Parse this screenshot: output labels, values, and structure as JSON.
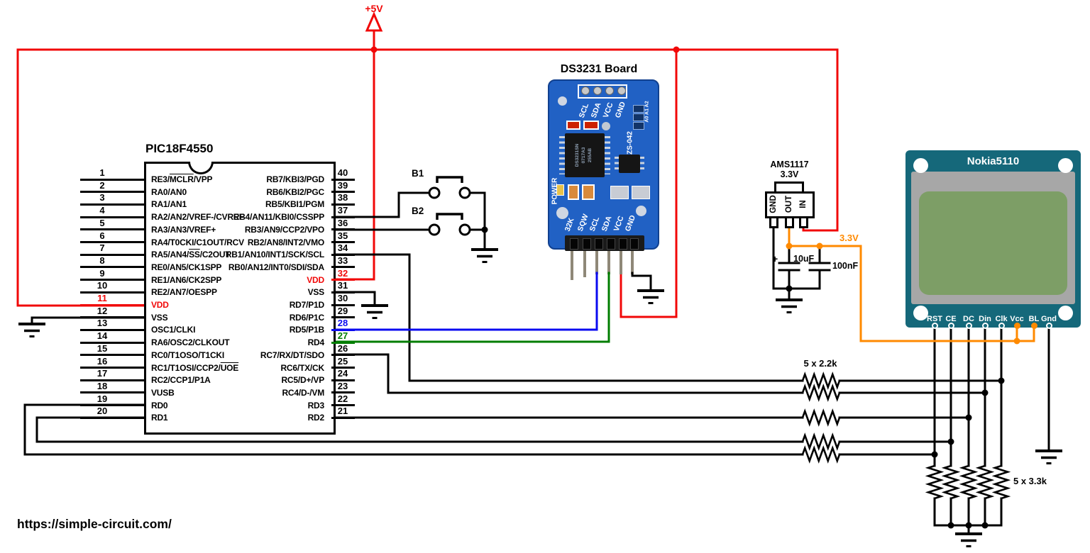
{
  "colors": {
    "red": "#f10808",
    "blue": "#0a0af0",
    "green": "#007d00",
    "orange": "#ff8a00",
    "black": "#000000",
    "pin_metal": "#8f8878",
    "pcb_blue": "#2161c4",
    "lcd_teal": "#15687a",
    "lcd_screen": "#7d9e66",
    "lcd_frame": "#a7a7a7"
  },
  "pic": {
    "title": "PIC18F4550",
    "left_pins": [
      {
        "n": "1",
        "label": "RE3/MCLR/VPP",
        "overline": "MCLR"
      },
      {
        "n": "2",
        "label": "RA0/AN0"
      },
      {
        "n": "3",
        "label": "RA1/AN1"
      },
      {
        "n": "4",
        "label": "RA2/AN2/VREF-/CVREF"
      },
      {
        "n": "5",
        "label": "RA3/AN3/VREF+"
      },
      {
        "n": "6",
        "label": "RA4/T0CKI/C1OUT/RCV"
      },
      {
        "n": "7",
        "label": "RA5/AN4/SS/C2OUT",
        "overline": "SS"
      },
      {
        "n": "8",
        "label": "RE0/AN5/CK1SPP"
      },
      {
        "n": "9",
        "label": "RE1/AN6/CK2SPP"
      },
      {
        "n": "10",
        "label": "RE2/AN7/OESPP"
      },
      {
        "n": "11",
        "label": "VDD",
        "num_color": "red",
        "label_color": "red",
        "stub_color": "red"
      },
      {
        "n": "12",
        "label": "VSS"
      },
      {
        "n": "13",
        "label": "OSC1/CLKI"
      },
      {
        "n": "14",
        "label": "RA6/OSC2/CLKOUT"
      },
      {
        "n": "15",
        "label": "RC0/T1OSO/T1CKI"
      },
      {
        "n": "16",
        "label": "RC1/T1OSI/CCP2/UOE",
        "overline": "UOE"
      },
      {
        "n": "17",
        "label": "RC2/CCP1/P1A"
      },
      {
        "n": "18",
        "label": "VUSB"
      },
      {
        "n": "19",
        "label": "RD0"
      },
      {
        "n": "20",
        "label": "RD1"
      }
    ],
    "right_pins": [
      {
        "n": "40",
        "label": "RB7/KBI3/PGD"
      },
      {
        "n": "39",
        "label": "RB6/KBI2/PGC"
      },
      {
        "n": "38",
        "label": "RB5/KBI1/PGM"
      },
      {
        "n": "37",
        "label": "RB4/AN11/KBI0/CSSPP"
      },
      {
        "n": "36",
        "label": "RB3/AN9/CCP2/VPO"
      },
      {
        "n": "35",
        "label": "RB2/AN8/INT2/VMO"
      },
      {
        "n": "34",
        "label": "RB1/AN10/INT1/SCK/SCL"
      },
      {
        "n": "33",
        "label": "RB0/AN12/INT0/SDI/SDA"
      },
      {
        "n": "32",
        "label": "VDD",
        "num_color": "red",
        "label_color": "red",
        "stub_color": "red"
      },
      {
        "n": "31",
        "label": "VSS"
      },
      {
        "n": "30",
        "label": "RD7/P1D"
      },
      {
        "n": "29",
        "label": "RD6/P1C"
      },
      {
        "n": "28",
        "label": "RD5/P1B",
        "num_color": "blue",
        "stub_color": "blue"
      },
      {
        "n": "27",
        "label": "RD4",
        "num_color": "green",
        "stub_color": "green"
      },
      {
        "n": "26",
        "label": "RC7/RX/DT/SDO"
      },
      {
        "n": "25",
        "label": "RC6/TX/CK"
      },
      {
        "n": "24",
        "label": "RC5/D+/VP"
      },
      {
        "n": "23",
        "label": "RC4/D-/VM"
      },
      {
        "n": "22",
        "label": "RD3"
      },
      {
        "n": "21",
        "label": "RD2"
      }
    ]
  },
  "buttons": {
    "b1": "B1",
    "b2": "B2"
  },
  "power": {
    "plus5v": "+5V",
    "v33": "3.3V"
  },
  "regulator": {
    "name": "AMS1117",
    "voltage": "3.3V",
    "pins": [
      "GND",
      "OUT",
      "IN"
    ]
  },
  "capacitors": {
    "c1": "10uF",
    "c1_polarity": "+",
    "c2": "100nF"
  },
  "resistors": {
    "series": "5 x 2.2k",
    "pulldown": "5 x 3.3k"
  },
  "rtc": {
    "title": "DS3231 Board",
    "top_pins": [
      "SCL",
      "SDA",
      "VCC",
      "GND"
    ],
    "bottom_pins": [
      "32K",
      "SQW",
      "SCL",
      "SDA",
      "VCC",
      "GND"
    ],
    "silkscreen": {
      "power": "POWER",
      "model": "ZS-042",
      "address_pads": "A0 A1 A2",
      "ic_marking": [
        "DS3231SN",
        "0717A3",
        "255AB"
      ]
    }
  },
  "lcd": {
    "title": "Nokia5110",
    "pins": [
      "RST",
      "CE",
      "DC",
      "Din",
      "Clk",
      "Vcc",
      "BL",
      "Gnd"
    ]
  },
  "footer": {
    "url": "https://simple-circuit.com/"
  }
}
